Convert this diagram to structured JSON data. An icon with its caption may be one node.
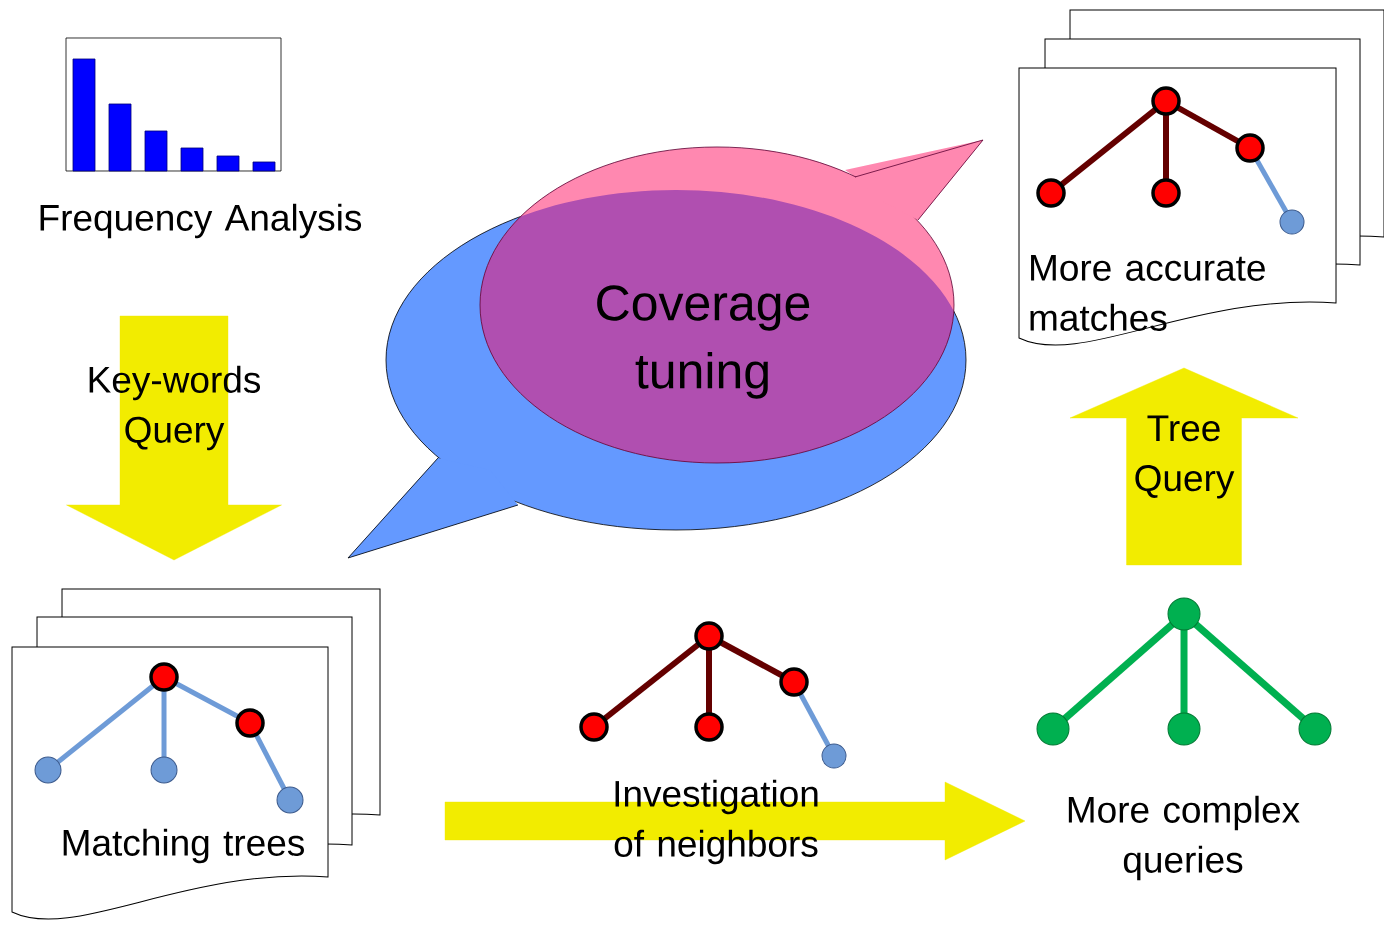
{
  "diagram": {
    "nodes": [
      {
        "text": [
          "Frequency Analysis"
        ]
      },
      {
        "text": [
          "More accurate matches"
        ]
      },
      {
        "text": [
          "Coverage tuning"
        ]
      },
      {
        "text": [
          "Matching trees"
        ]
      },
      {
        "text": [
          "More complex queries"
        ]
      }
    ],
    "edges": [
      {
        "from": 0,
        "to": 3,
        "arrow": "to",
        "label": "Key-words Query"
      },
      {
        "from": 3,
        "to": 4,
        "arrow": "to",
        "label": "Investigation of neighbors"
      },
      {
        "from": 4,
        "to": 1,
        "arrow": "to",
        "label": "Tree Query"
      }
    ]
  }
}
